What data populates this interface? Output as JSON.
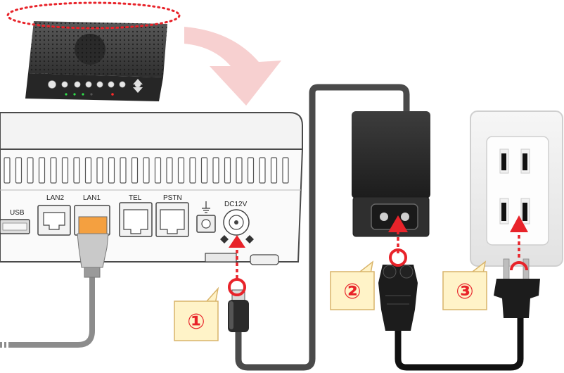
{
  "device_top": {
    "button_labels": [
      "",
      "",
      "",
      "",
      "",
      "",
      "",
      ""
    ]
  },
  "rear_panel": {
    "ports": {
      "usb": "USB",
      "lan2": "LAN2",
      "lan1": "LAN1",
      "tel": "TEL",
      "pstn": "PSTN",
      "dc": "DC12V"
    }
  },
  "steps": [
    {
      "label": "①"
    },
    {
      "label": "②"
    },
    {
      "label": "③"
    }
  ],
  "colors": {
    "highlight": "#e8232a",
    "callout_bg": "#fff3c8",
    "callout_border": "#d9b46a",
    "cable": "#4a4a4a",
    "lan_cable": "#8c8c8c",
    "adapter": "#2b2b2b"
  }
}
